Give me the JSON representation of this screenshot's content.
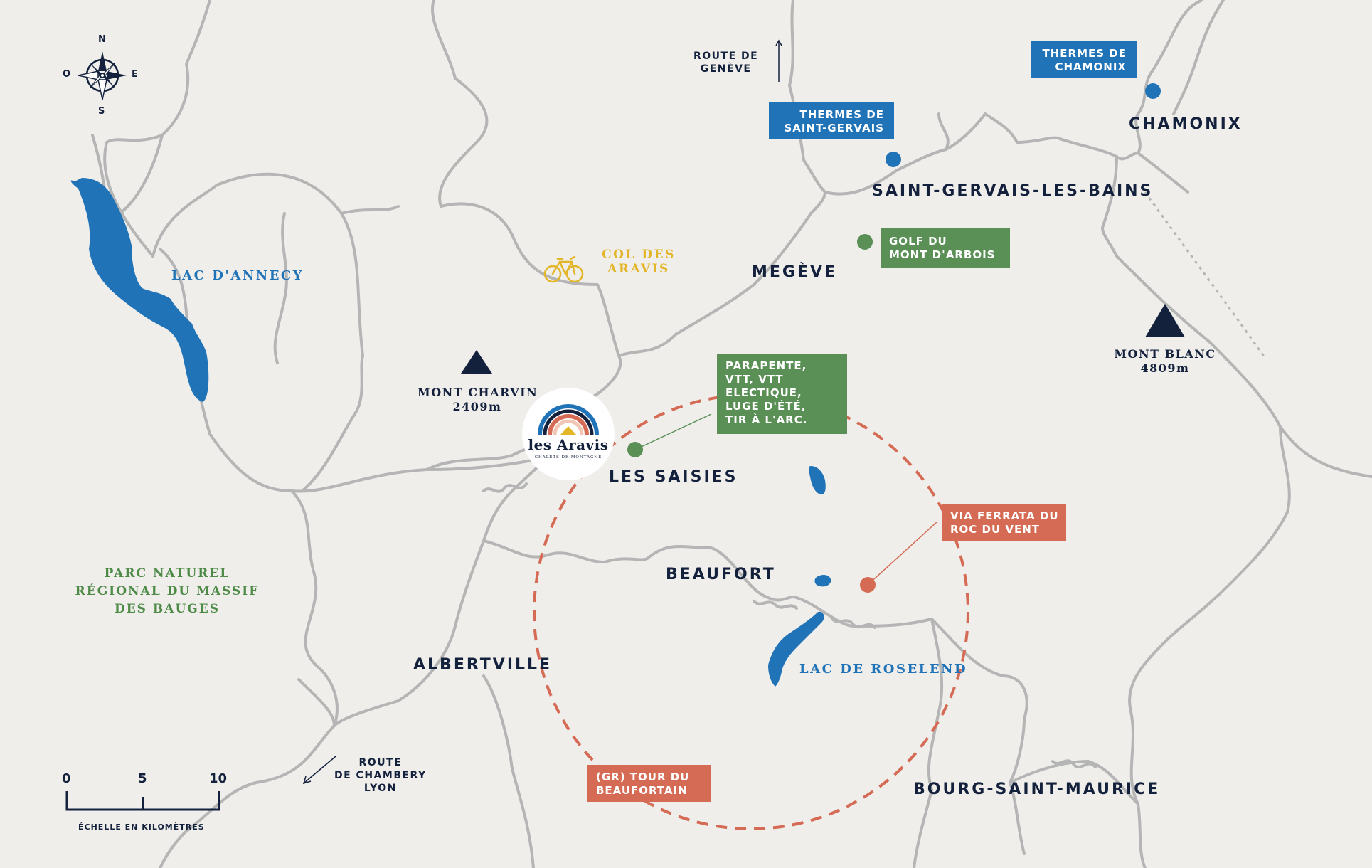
{
  "compass": {
    "north": "N",
    "south": "S",
    "east": "E",
    "west": "O"
  },
  "routes": {
    "geneve": [
      "ROUTE DE",
      "GENÈVE"
    ],
    "chambery": [
      "ROUTE",
      "DE CHAMBERY",
      "LYON"
    ]
  },
  "towns": {
    "chamonix": "CHAMONIX",
    "saint_gervais": "SAINT-GERVAIS-LES-BAINS",
    "megeve": "MEGÈVE",
    "les_saisies": "LES SAISIES",
    "beaufort": "BEAUFORT",
    "albertville": "ALBERTVILLE",
    "bourg_saint_maurice": "BOURG-SAINT-MAURICE"
  },
  "peaks": {
    "mont_charvin": [
      "MONT CHARVIN",
      "2409m"
    ],
    "mont_blanc": [
      "MONT BLANC",
      "4809m"
    ]
  },
  "lakes": {
    "annecy": "LAC D'ANNECY",
    "roselend": "LAC DE ROSELEND"
  },
  "col_des_aravis": [
    "COL DES",
    "ARAVIS"
  ],
  "parc": [
    "PARC NATUREL",
    "RÉGIONAL DU MASSIF",
    "DES BAUGES"
  ],
  "boxes": {
    "thermes_chamonix": [
      "THERMES DE",
      "CHAMONIX"
    ],
    "thermes_saint_gervais": [
      "THERMES DE",
      "SAINT-GERVAIS"
    ],
    "golf": [
      "GOLF DU",
      "MONT D'ARBOIS"
    ],
    "activities": [
      "PARAPENTE,",
      "VTT, VTT",
      "ELECTIQUE,",
      "LUGE D'ÉTÉ,",
      "TIR À L'ARC."
    ],
    "via_ferrata": [
      "VIA FERRATA DU",
      "ROC DU VENT"
    ],
    "tour_beaufortain": [
      "(GR) TOUR DU",
      "BEAUFORTAIN"
    ]
  },
  "logo": {
    "title": "les Aravis",
    "subtitle": "CHALETS DE MONTAGNE"
  },
  "scale": {
    "ticks": [
      "0",
      "5",
      "10"
    ],
    "caption": "ÉCHELLE EN KILOMÈTRES"
  },
  "colors": {
    "background": "#efeeeb",
    "road": "#b5b5b5",
    "water": "#2173b8",
    "navy": "#14213d",
    "green": "#5a8f56",
    "red": "#d56b55",
    "yellow": "#e3b528"
  }
}
